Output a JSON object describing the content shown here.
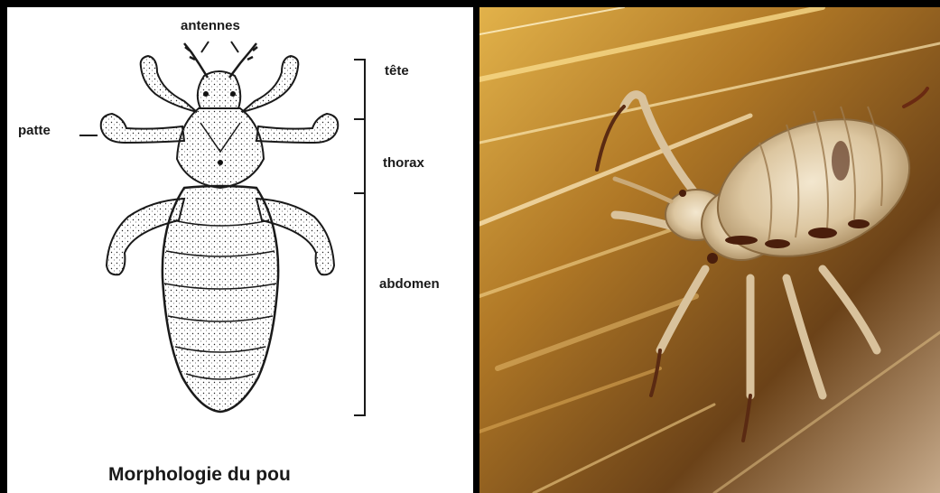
{
  "diagram": {
    "labels": {
      "antennes": "antennes",
      "tete": "tête",
      "patte": "patte",
      "thorax": "thorax",
      "abdomen": "abdomen"
    },
    "caption": "Morphologie du pou"
  },
  "colors": {
    "frame": "#000000",
    "ink": "#1a1a1a",
    "paper": "#ffffff",
    "photo_bg_gold": "#c08a2e",
    "photo_bg_dark": "#3a2410"
  }
}
